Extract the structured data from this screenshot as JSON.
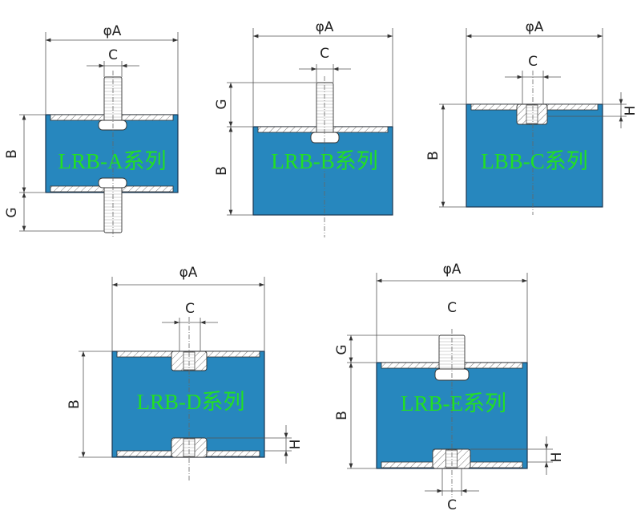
{
  "colors": {
    "rubber": "#2787be",
    "label": "#22e022",
    "line": "#333333"
  },
  "mounts": [
    {
      "id": "a",
      "series": "LRB-A系列",
      "dims": {
        "A": "φA",
        "C": "C",
        "B": "B",
        "G": "G"
      }
    },
    {
      "id": "b",
      "series": "LRB-B系列",
      "dims": {
        "A": "φA",
        "C": "C",
        "B": "B",
        "G": "G"
      }
    },
    {
      "id": "c",
      "series": "LBB-C系列",
      "dims": {
        "A": "φA",
        "C": "C",
        "B": "B",
        "H": "H"
      }
    },
    {
      "id": "d",
      "series": "LRB-D系列",
      "dims": {
        "A": "φA",
        "C": "C",
        "B": "B",
        "H": "H"
      }
    },
    {
      "id": "e",
      "series": "LRB-E系列",
      "dims": {
        "A": "φA",
        "C": "C",
        "B": "B",
        "G": "G",
        "H": "H"
      }
    }
  ]
}
